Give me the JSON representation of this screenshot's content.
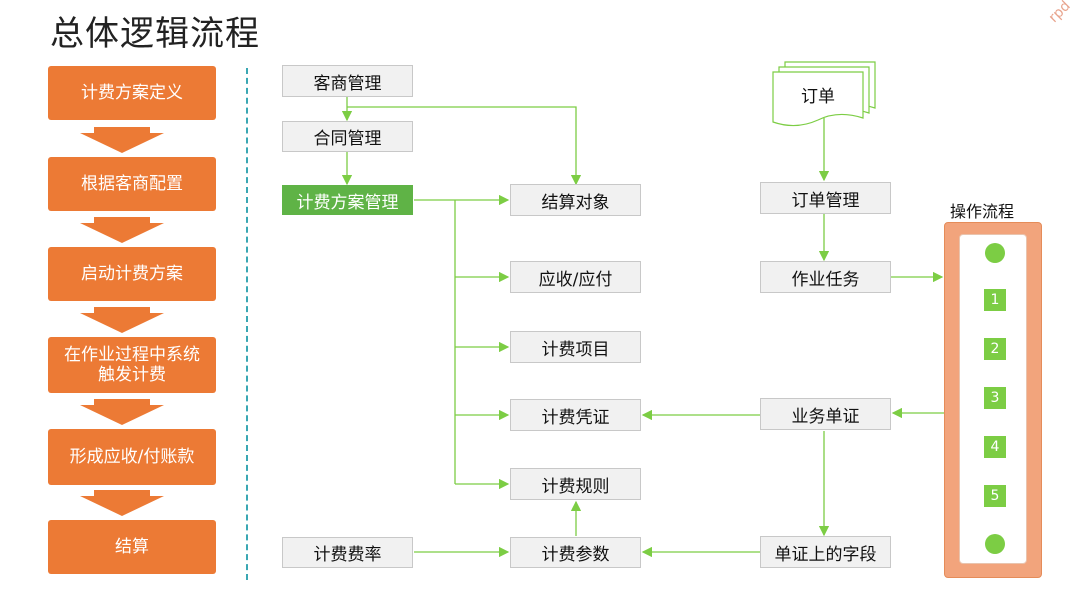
{
  "title": "总体逻辑流程",
  "logo_text": "rpd",
  "steps": [
    "计费方案定义",
    "根据客商配置",
    "启动计费方案",
    "在作业过程中系统\n触发计费",
    "形成应收/付账款",
    "结算"
  ],
  "boxes": {
    "kehu": "客商管理",
    "hetong": "合同管理",
    "jifeifangan": "计费方案管理",
    "jiesuan": "结算对象",
    "yingshou": "应收/应付",
    "xiangmu": "计费项目",
    "pingzheng": "计费凭证",
    "guize": "计费规则",
    "feilv": "计费费率",
    "canshu": "计费参数",
    "dingdan": "订单",
    "dingdanguanli": "订单管理",
    "zuoye": "作业任务",
    "danzheng": "业务单证",
    "ziduan": "单证上的字段"
  },
  "ops": {
    "title": "操作流程",
    "numbers": [
      "1",
      "2",
      "3",
      "4",
      "5"
    ]
  },
  "colors": {
    "orange": "#ec7a35",
    "green": "#5fb346",
    "line_green": "#7ccd44",
    "divider": "#3aa7b3"
  }
}
